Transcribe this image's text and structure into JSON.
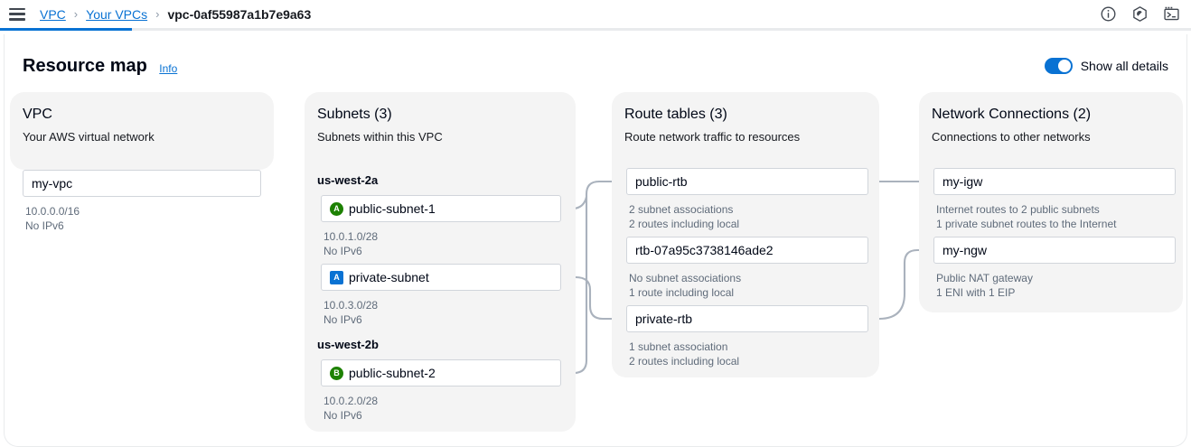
{
  "topbar": {
    "menu_icon": "hamburger-menu-icon",
    "breadcrumbs": [
      {
        "label": "VPC",
        "type": "link"
      },
      {
        "label": "Your VPCs",
        "type": "link"
      },
      {
        "label": "vpc-0af55987a1b7e9a63",
        "type": "current"
      }
    ],
    "separator": "›",
    "icons": [
      "info-circle-icon",
      "settings-hexagon-icon",
      "cloudshell-terminal-icon"
    ]
  },
  "header": {
    "title": "Resource map",
    "info_label": "Info",
    "toggle_label": "Show all details",
    "toggle_on": true,
    "accent_color": "#0972d3"
  },
  "columns": {
    "vpc": {
      "title": "VPC",
      "subtitle": "Your AWS virtual network",
      "nodes": [
        {
          "name": "my-vpc",
          "badge": null,
          "meta": [
            "10.0.0.0/16",
            "No IPv6"
          ]
        }
      ]
    },
    "subnets": {
      "title": "Subnets (3)",
      "subtitle": "Subnets within this VPC",
      "groups": [
        {
          "az": "us-west-2a",
          "nodes": [
            {
              "name": "public-subnet-1",
              "badge": {
                "letter": "A",
                "shape": "circle",
                "color": "#1d8102"
              },
              "meta": [
                "10.0.1.0/28",
                "No IPv6"
              ]
            },
            {
              "name": "private-subnet",
              "badge": {
                "letter": "A",
                "shape": "square",
                "color": "#0972d3"
              },
              "meta": [
                "10.0.3.0/28",
                "No IPv6"
              ]
            }
          ]
        },
        {
          "az": "us-west-2b",
          "nodes": [
            {
              "name": "public-subnet-2",
              "badge": {
                "letter": "B",
                "shape": "circle",
                "color": "#1d8102"
              },
              "meta": [
                "10.0.2.0/28",
                "No IPv6"
              ]
            }
          ]
        }
      ]
    },
    "route_tables": {
      "title": "Route tables (3)",
      "subtitle": "Route network traffic to resources",
      "nodes": [
        {
          "name": "public-rtb",
          "meta": [
            "2 subnet associations",
            "2 routes including local"
          ]
        },
        {
          "name": "rtb-07a95c3738146ade2",
          "meta": [
            "No subnet associations",
            "1 route including local"
          ]
        },
        {
          "name": "private-rtb",
          "meta": [
            "1 subnet association",
            "2 routes including local"
          ]
        }
      ]
    },
    "network_connections": {
      "title": "Network Connections (2)",
      "subtitle": "Connections to other networks",
      "nodes": [
        {
          "name": "my-igw",
          "meta": [
            "Internet routes to 2 public subnets",
            "1 private subnet routes to the Internet"
          ]
        },
        {
          "name": "my-ngw",
          "meta": [
            "Public NAT gateway",
            "1 ENI with 1 EIP"
          ]
        }
      ]
    }
  }
}
